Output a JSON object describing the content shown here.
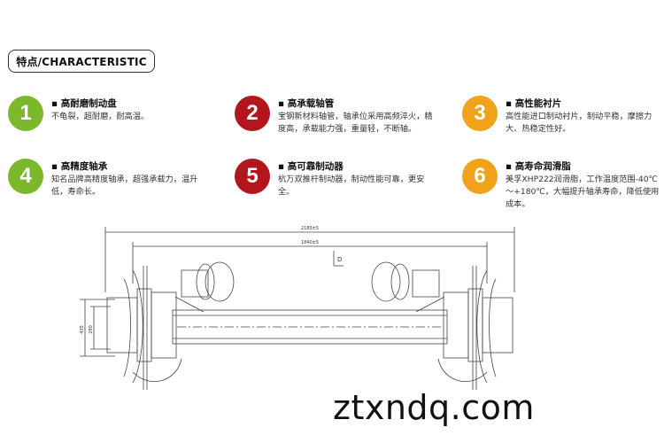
{
  "header": {
    "tag_label": "特点/CHARACTERISTIC"
  },
  "colors": {
    "green": "#7cb82b",
    "red": "#b3161c",
    "orange": "#f0a21a",
    "line": "#444444"
  },
  "features": [
    {
      "number": "1",
      "title": "高耐磨制动盘",
      "desc": "不龟裂，超耐磨，耐高温。",
      "color": "#7cb82b"
    },
    {
      "number": "2",
      "title": "高承载轴管",
      "desc": "宝钢新材料轴管，轴承位采用高频淬火，精度高，承载能力强，重量轻，不断轴。",
      "color": "#b3161c"
    },
    {
      "number": "3",
      "title": "高性能衬片",
      "desc": "高性能进口制动衬片，制动平稳，摩擦力大、热稳定性好。",
      "color": "#f0a21a"
    },
    {
      "number": "4",
      "title": "高精度轴承",
      "desc": "知名品牌高精度轴承，超强承载力，温升低，寿命长。",
      "color": "#7cb82b"
    },
    {
      "number": "5",
      "title": "高可靠制动器",
      "desc": "杭万双推杆制动器，制动性能可靠，更安全。",
      "color": "#b3161c"
    },
    {
      "number": "6",
      "title": "高寿命润滑脂",
      "desc": "美孚XHP222润滑脂，工作温度范围-40℃～+180℃，大幅提升轴承寿命，降低使用成本。",
      "color": "#f0a21a"
    }
  ],
  "drawing": {
    "dim_overall": "2185±5",
    "dim_inner": "1840±5",
    "dim_left_outer": "435",
    "dim_left_inner": "290",
    "marker": "D"
  },
  "watermark": "ztxndq.com"
}
